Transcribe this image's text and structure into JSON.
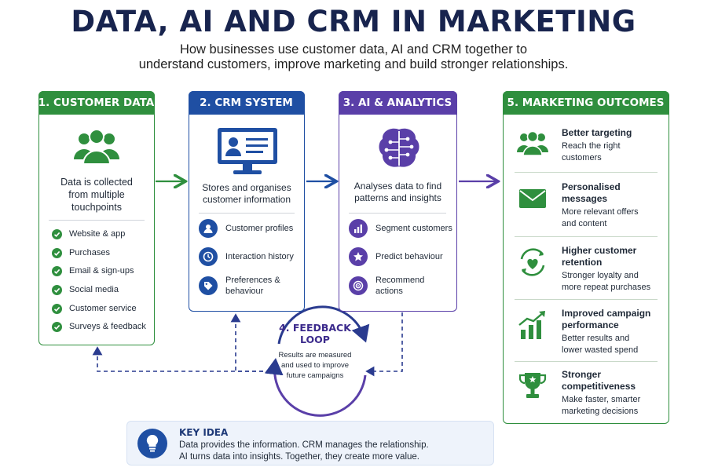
{
  "title": "DATA, AI AND CRM IN MARKETING",
  "subtitle_lines": [
    "How businesses use customer data, AI and CRM together to",
    "understand customers, improve marketing and build stronger relationships."
  ],
  "customer_data": {
    "header": "1. CUSTOMER DATA",
    "desc_lines": [
      "Data is collected",
      "from multiple",
      "touchpoints"
    ],
    "items": [
      "Website & app",
      "Purchases",
      "Email & sign-ups",
      "Social media",
      "Customer service",
      "Surveys & feedback"
    ]
  },
  "crm_system": {
    "header": "2. CRM SYSTEM",
    "desc_lines": [
      "Stores and organises",
      "customer information"
    ],
    "items": [
      {
        "lines": [
          "Customer profiles"
        ],
        "icon": "person-icon"
      },
      {
        "lines": [
          "Interaction history"
        ],
        "icon": "clock-icon"
      },
      {
        "lines": [
          "Preferences &",
          "behaviour"
        ],
        "icon": "tag-icon"
      }
    ]
  },
  "ai_analytics": {
    "header": "3. AI & ANALYTICS",
    "desc_lines": [
      "Analyses data to find",
      "patterns and insights"
    ],
    "items": [
      {
        "lines": [
          "Segment customers"
        ],
        "icon": "bar-chart-icon"
      },
      {
        "lines": [
          "Predict behaviour"
        ],
        "icon": "star-icon"
      },
      {
        "lines": [
          "Recommend",
          "actions"
        ],
        "icon": "target-icon"
      }
    ]
  },
  "feedback_loop": {
    "title_lines": [
      "4. FEEDBACK",
      "LOOP"
    ],
    "desc_lines": [
      "Results are measured",
      "and used to improve",
      "future campaigns"
    ]
  },
  "outcomes": {
    "header": "5. MARKETING OUTCOMES",
    "items": [
      {
        "title": [
          "Better targeting"
        ],
        "desc": [
          "Reach the right",
          "customers"
        ],
        "icon": "people-icon"
      },
      {
        "title": [
          "Personalised",
          "messages"
        ],
        "desc": [
          "More relevant offers",
          "and content"
        ],
        "icon": "envelope-icon"
      },
      {
        "title": [
          "Higher customer",
          "retention"
        ],
        "desc": [
          "Stronger loyalty and",
          "more repeat purchases"
        ],
        "icon": "heart-cycle-icon"
      },
      {
        "title": [
          "Improved campaign",
          "performance"
        ],
        "desc": [
          "Better results and",
          "lower wasted spend"
        ],
        "icon": "growth-chart-icon"
      },
      {
        "title": [
          "Stronger",
          "competitiveness"
        ],
        "desc": [
          "Make faster, smarter",
          "marketing decisions"
        ],
        "icon": "trophy-icon"
      }
    ]
  },
  "key_idea": {
    "title": "KEY IDEA",
    "lines": [
      "Data provides the information. CRM manages the relationship.",
      "AI turns data into insights. Together, they create more value."
    ]
  },
  "colors": {
    "green": "#2f8f3e",
    "blue": "#1f4fa3",
    "purple": "#5a3fa8",
    "navy": "#18244e"
  }
}
